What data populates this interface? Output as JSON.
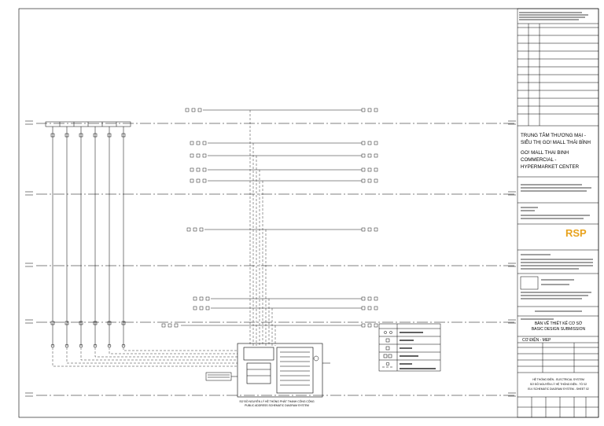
{
  "project": {
    "title_vi_line1": "TRUNG TÂM THƯƠNG MẠI -",
    "title_vi_line2": "SIÊU THỊ GO! MALL THÁI BÌNH",
    "title_en_line1": "GO! MALL THAI BINH",
    "title_en_line2": "COMMERCIAL -",
    "title_en_line3": "HYPERMARKET CENTER"
  },
  "architect_logo": "RSP",
  "stage": {
    "vi": "BẢN VẼ THIẾT KẾ CƠ SỞ",
    "en": "BASIC DESIGN SUBMISSION"
  },
  "discipline": "CƠ ĐIỆN - MEP",
  "drawing_title": {
    "line1": "HỆ THỐNG ĐIỆN - ELECTRICAL SYSTEM",
    "line2": "SƠ ĐỒ NGUYÊN LÝ HỆ THỐNG ĐIỆN - TỜ 02",
    "line3": "ELV SCHEMATIC DIAGRAM SYSTEM - SHEET 02"
  },
  "sheet_caption": {
    "vi": "SƠ ĐỒ NGUYÊN LÝ HỆ THỐNG PHÁT THANH CÔNG CỘNG",
    "en": "PUBLIC ADDRESS SCHEMATIC DIAGRAM SYSTEM"
  },
  "colors": {
    "line": "#000000",
    "logo": "#e8a21c"
  }
}
